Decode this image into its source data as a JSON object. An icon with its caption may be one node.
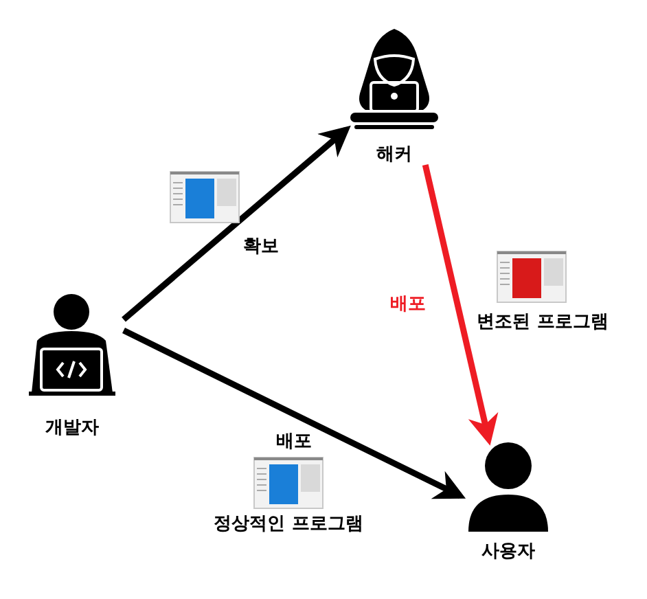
{
  "diagram": {
    "nodes": [
      {
        "text": [
          "개발자"
        ]
      },
      {
        "text": [
          "해커"
        ]
      },
      {
        "text": [
          "사용자"
        ]
      }
    ],
    "edges": [
      {
        "from": 0,
        "to": 1,
        "arrow": "to",
        "label": "확보"
      },
      {
        "from": 1,
        "to": 2,
        "arrow": "to",
        "label": "배포",
        "color": "#ee1c24"
      },
      {
        "from": 0,
        "to": 2,
        "arrow": "to",
        "label": "배포"
      }
    ],
    "labels": [
      "변조된 프로그램",
      "정상적인 프로그램"
    ]
  }
}
